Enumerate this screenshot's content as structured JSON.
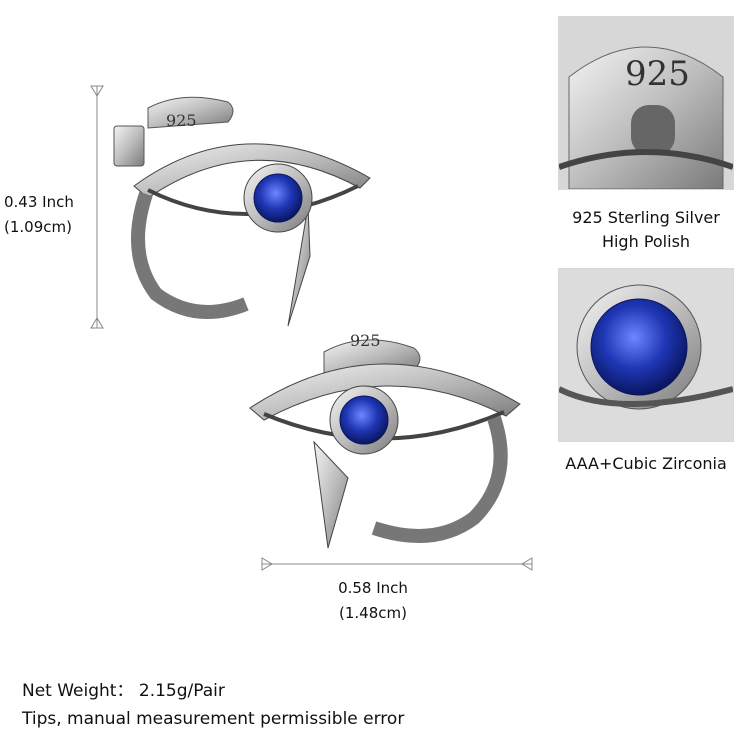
{
  "height_dimension": {
    "inch": "0.43 Inch",
    "cm": "(1.09cm)"
  },
  "width_dimension": {
    "inch": "0.58 Inch",
    "cm": "(1.48cm)"
  },
  "stamp": "925",
  "features": [
    {
      "line1": "925 Sterling Silver",
      "line2": "High Polish"
    },
    {
      "line1": "AAA+Cubic Zirconia"
    }
  ],
  "notes": {
    "net_weight_label": "Net Weight：",
    "net_weight_value": "2.15g/Pair",
    "tips": "Tips, manual measurement permissible error"
  },
  "colors": {
    "gem": "#1e36b4",
    "silver": "#c9c9c9",
    "dim_line": "#888888"
  }
}
